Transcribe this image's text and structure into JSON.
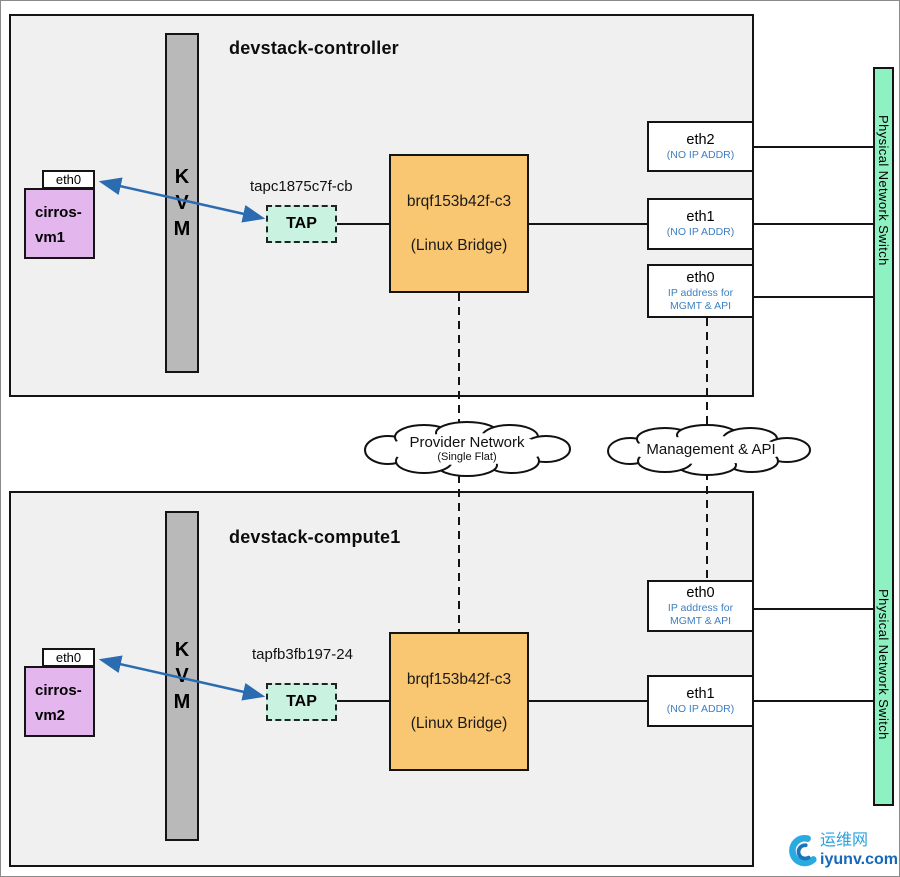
{
  "hosts": [
    {
      "title": "devstack-controller",
      "hypervisor": {
        "letters": [
          "K",
          "V",
          "M"
        ]
      },
      "vm": {
        "line1": "cirros-",
        "line2": "vm1",
        "nic_tab": "eth0"
      },
      "tap_label": "tapc1875c7f-cb",
      "tap_text": "TAP",
      "bridge": {
        "name": "brqf153b42f-c3",
        "kind": "(Linux Bridge)"
      },
      "nics": [
        {
          "name": "eth2",
          "note1": "(NO IP ADDR)"
        },
        {
          "name": "eth1",
          "note1": "(NO IP ADDR)"
        },
        {
          "name": "eth0",
          "note1": "IP address for",
          "note2": "MGMT & API"
        }
      ]
    },
    {
      "title": "devstack-compute1",
      "hypervisor": {
        "letters": [
          "K",
          "V",
          "M"
        ]
      },
      "vm": {
        "line1": "cirros-",
        "line2": "vm2",
        "nic_tab": "eth0"
      },
      "tap_label": "tapfb3fb197-24",
      "tap_text": "TAP",
      "bridge": {
        "name": "brqf153b42f-c3",
        "kind": "(Linux Bridge)"
      },
      "nics": [
        {
          "name": "eth0",
          "note1": "IP address for",
          "note2": "MGMT & API"
        },
        {
          "name": "eth1",
          "note1": "(NO IP ADDR)"
        }
      ]
    }
  ],
  "clouds": [
    {
      "title": "Provider Network",
      "subtitle": "(Single Flat)"
    },
    {
      "title": "Management & API"
    }
  ],
  "switch": {
    "label": "Physical Network Switch"
  },
  "watermark": {
    "brand_cn": "运维网",
    "brand_site": "iyunv.com"
  },
  "colors": {
    "host_bg": "#f0f0f0",
    "kvm_gray": "#b9b9b9",
    "vm_purple": "#e3b6ee",
    "tap_mint": "#c9f2e1",
    "bridge_orange": "#f9c672",
    "switch_green": "#8ef1c1",
    "note_blue": "#3d7fc1",
    "arrow_blue": "#2b6cb0"
  }
}
